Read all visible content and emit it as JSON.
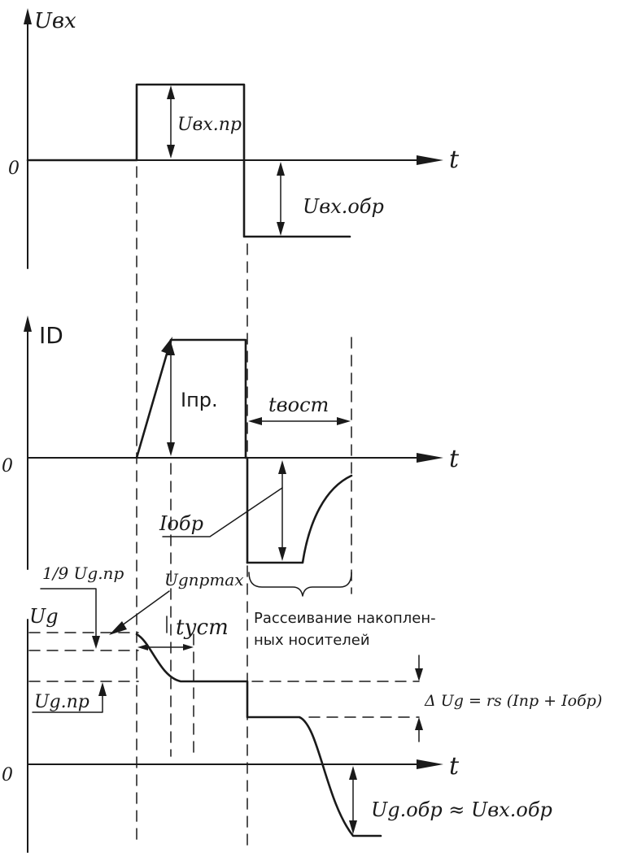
{
  "panel_top": {
    "axis_y_label": "Uвх",
    "zero_label": "0",
    "axis_x_label": "t",
    "forward_amplitude": "Uвх.пр",
    "reverse_amplitude": "Uвх.обр"
  },
  "panel_middle": {
    "axis_y_label": "ID",
    "zero_label": "0",
    "axis_x_label": "t",
    "forward_current": "Iпр.",
    "recovery_time": "tвост",
    "reverse_current": "Iобр"
  },
  "panel_bottom": {
    "axis_y_label": "Ug",
    "zero_label": "0",
    "axis_x_label": "t",
    "overshoot_label": "Ugпрmax",
    "one_ninth_label": "1/9 Ug.пр",
    "settle_time": "tуст",
    "forward_voltage": "Ug.пр",
    "dissipation_line1": "Рассеивание накоплен-",
    "dissipation_line2": "ных носителей",
    "delta_formula": "Δ Ug = rs (Iпр + Iобр)",
    "reverse_voltage": "Ug.обр ≈ Uвх.обр"
  },
  "colors": {
    "ink": "#1a1a1a",
    "paper": "#ffffff"
  }
}
